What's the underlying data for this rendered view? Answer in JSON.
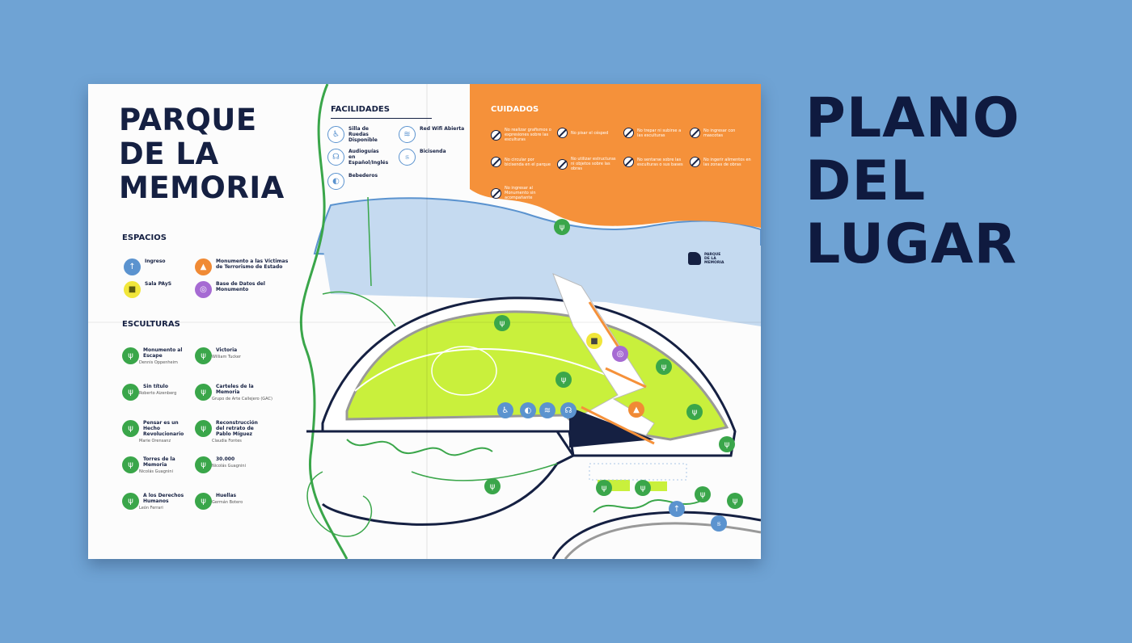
{
  "poster": {
    "title_lines": [
      "PARQUE",
      "DE LA",
      "MEMORIA"
    ],
    "espacios": {
      "heading": "ESPACIOS",
      "items": [
        {
          "label": "Ingreso",
          "icon": "entrance-icon"
        },
        {
          "label": "Monumento a las Víctimas de Terrorismo de Estado",
          "icon": "monument-icon"
        },
        {
          "label": "Sala PAyS",
          "icon": "gallery-icon"
        },
        {
          "label": "Base de Datos del Monumento",
          "icon": "database-icon"
        }
      ]
    },
    "esculturas": {
      "heading": "ESCULTURAS",
      "items": [
        {
          "title": "Monumento al Escape",
          "author": "Dennis Oppenheim"
        },
        {
          "title": "Victoria",
          "author": "William Tucker"
        },
        {
          "title": "Sin título",
          "author": "Roberto Aizenberg"
        },
        {
          "title": "Carteles de la Memoria",
          "author": "Grupo de Arte Callejero (GAC)"
        },
        {
          "title": "Pensar es un Hecho Revolucionario",
          "author": "Marie Orensanz"
        },
        {
          "title": "Reconstrucción del retrato de Pablo Míguez",
          "author": "Claudia Fontes"
        },
        {
          "title": "Torres de la Memoria",
          "author": "Nicolás Guagnini"
        },
        {
          "title": "30.000",
          "author": "Nicolás Guagnini"
        },
        {
          "title": "A los Derechos Humanos",
          "author": "León Ferrari"
        },
        {
          "title": "Huellas",
          "author": "Germán Botero"
        }
      ]
    },
    "facilidades": {
      "heading": "FACILIDADES",
      "items": [
        {
          "label": "Silla de Ruedas Disponible",
          "icon": "wheelchair-icon"
        },
        {
          "label": "Red Wifi Abierta",
          "icon": "wifi-icon"
        },
        {
          "label": "Audioguías en Español/Inglés",
          "icon": "audioguide-icon"
        },
        {
          "label": "Bicisenda",
          "icon": "bicycle-icon"
        },
        {
          "label": "Bebederos",
          "icon": "water-fountain-icon"
        }
      ]
    },
    "cuidados": {
      "heading": "CUIDADOS",
      "items": [
        "No realizar grafismos o expresiones sobre las esculturas",
        "No pisar el césped",
        "No trepar ni subirse a las esculturas",
        "No ingresar con mascotas",
        "No circular por bicisenda en el parque",
        "No utilizar estructuras ni objetos sobre las obras",
        "No sentarse sobre las esculturas o sus bases",
        "No ingerir alimentos en las zonas de obras",
        "No ingresar al Monumento sin acompañante"
      ]
    },
    "logo_text": [
      "PARQUE",
      "DE LA",
      "MEMORIA"
    ]
  },
  "side_title_lines": [
    "PLANO",
    "DEL",
    "LUGAR"
  ],
  "colors": {
    "background": "#6fa3d4",
    "navy": "#152042",
    "green": "#3aa64a",
    "lime": "#c9f03c",
    "orange": "#f5913a",
    "river": "#c5daf0",
    "blue": "#5b93cf"
  }
}
